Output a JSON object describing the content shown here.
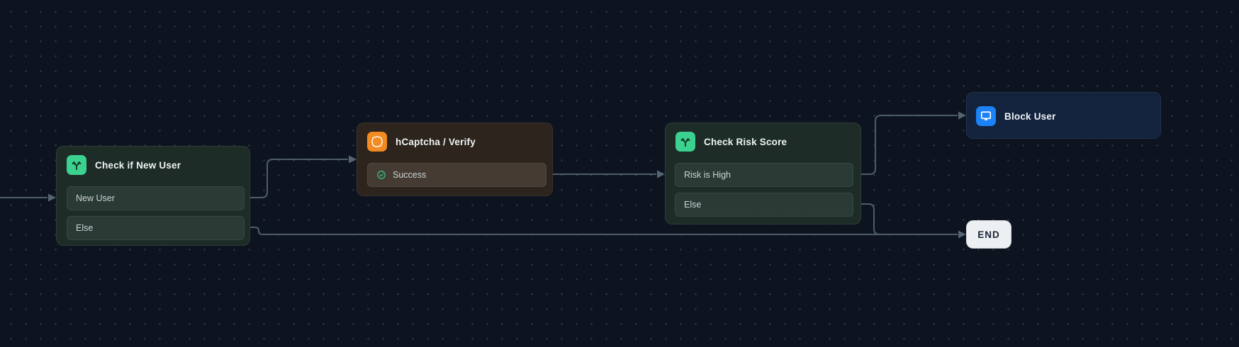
{
  "canvas": {
    "background_color": "#0d1420",
    "grid_dot_color": "#3a4656",
    "wire_color": "#4e5c6a"
  },
  "nodes": [
    {
      "id": "check-if-new-user",
      "title": "Check if New User",
      "icon": "branch-icon",
      "accent_color": "#3bd18e",
      "outputs": [
        {
          "label": "New User"
        },
        {
          "label": "Else"
        }
      ]
    },
    {
      "id": "hcaptcha-verify",
      "title": "hCaptcha / Verify",
      "icon": "hcaptcha-icon",
      "accent_color": "#f28b21",
      "outputs": [
        {
          "label": "Success",
          "icon": "check-circle-icon",
          "icon_color": "#35c98a"
        }
      ]
    },
    {
      "id": "check-risk-score",
      "title": "Check Risk Score",
      "icon": "branch-icon",
      "accent_color": "#3bd18e",
      "outputs": [
        {
          "label": "Risk is High"
        },
        {
          "label": "Else"
        }
      ]
    },
    {
      "id": "block-user",
      "title": "Block User",
      "icon": "monitor-icon",
      "accent_color": "#1b82f7",
      "outputs": []
    },
    {
      "id": "end",
      "title": "END"
    }
  ],
  "edges": [
    {
      "from": "offscreen-left",
      "to": "check-if-new-user"
    },
    {
      "from": "check-if-new-user / New User",
      "to": "hcaptcha-verify"
    },
    {
      "from": "check-if-new-user / Else",
      "to": "end"
    },
    {
      "from": "hcaptcha-verify / Success",
      "to": "check-risk-score"
    },
    {
      "from": "check-risk-score / Risk is High",
      "to": "block-user"
    },
    {
      "from": "check-risk-score / Else",
      "to": "end"
    }
  ]
}
